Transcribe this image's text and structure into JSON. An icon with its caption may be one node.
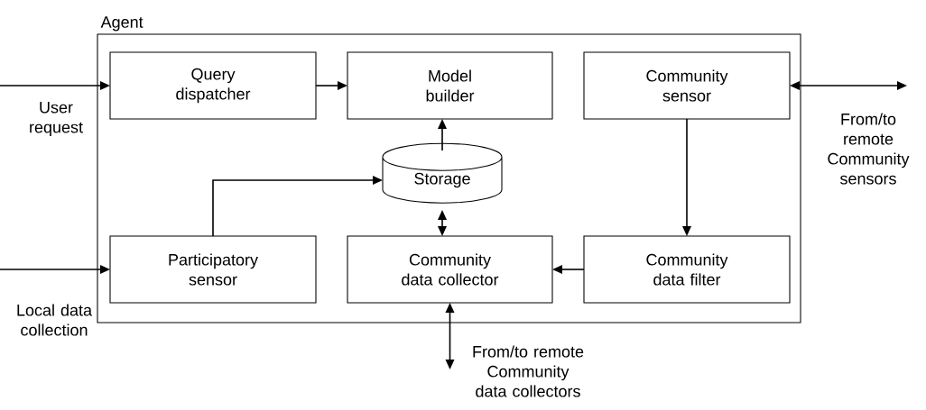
{
  "diagram": {
    "nodes": [
      {
        "text": [
          "Agent"
        ]
      },
      {
        "text": [
          "Query dispatcher"
        ],
        "in": 0
      },
      {
        "text": [
          "Model builder"
        ],
        "in": 0
      },
      {
        "text": [
          "Community sensor"
        ],
        "in": 0
      },
      {
        "text": [
          "Storage"
        ],
        "in": 0
      },
      {
        "text": [
          "Participatory sensor"
        ],
        "in": 0
      },
      {
        "text": [
          "Community data collector"
        ],
        "in": 0
      },
      {
        "text": [
          "Community data filter"
        ],
        "in": 0
      }
    ],
    "edges": [
      {
        "from": null,
        "to": 1,
        "arrow": "to",
        "label": "User request"
      },
      {
        "from": null,
        "to": 5,
        "arrow": "to",
        "label": "Local data collection"
      },
      {
        "from": 1,
        "to": 2,
        "arrow": "to"
      },
      {
        "from": 4,
        "to": 2,
        "arrow": "to"
      },
      {
        "from": 5,
        "to": 4,
        "arrow": "to"
      },
      {
        "from": 3,
        "to": null,
        "arrow": "both",
        "label": "From/to remote Community sensors"
      },
      {
        "from": 4,
        "to": 6,
        "arrow": "both"
      },
      {
        "from": 3,
        "to": 7,
        "arrow": "to"
      },
      {
        "from": 7,
        "to": 6,
        "arrow": "to"
      },
      {
        "from": 6,
        "to": null,
        "arrow": "both",
        "label": "From/to remote Community data collectors"
      }
    ]
  }
}
